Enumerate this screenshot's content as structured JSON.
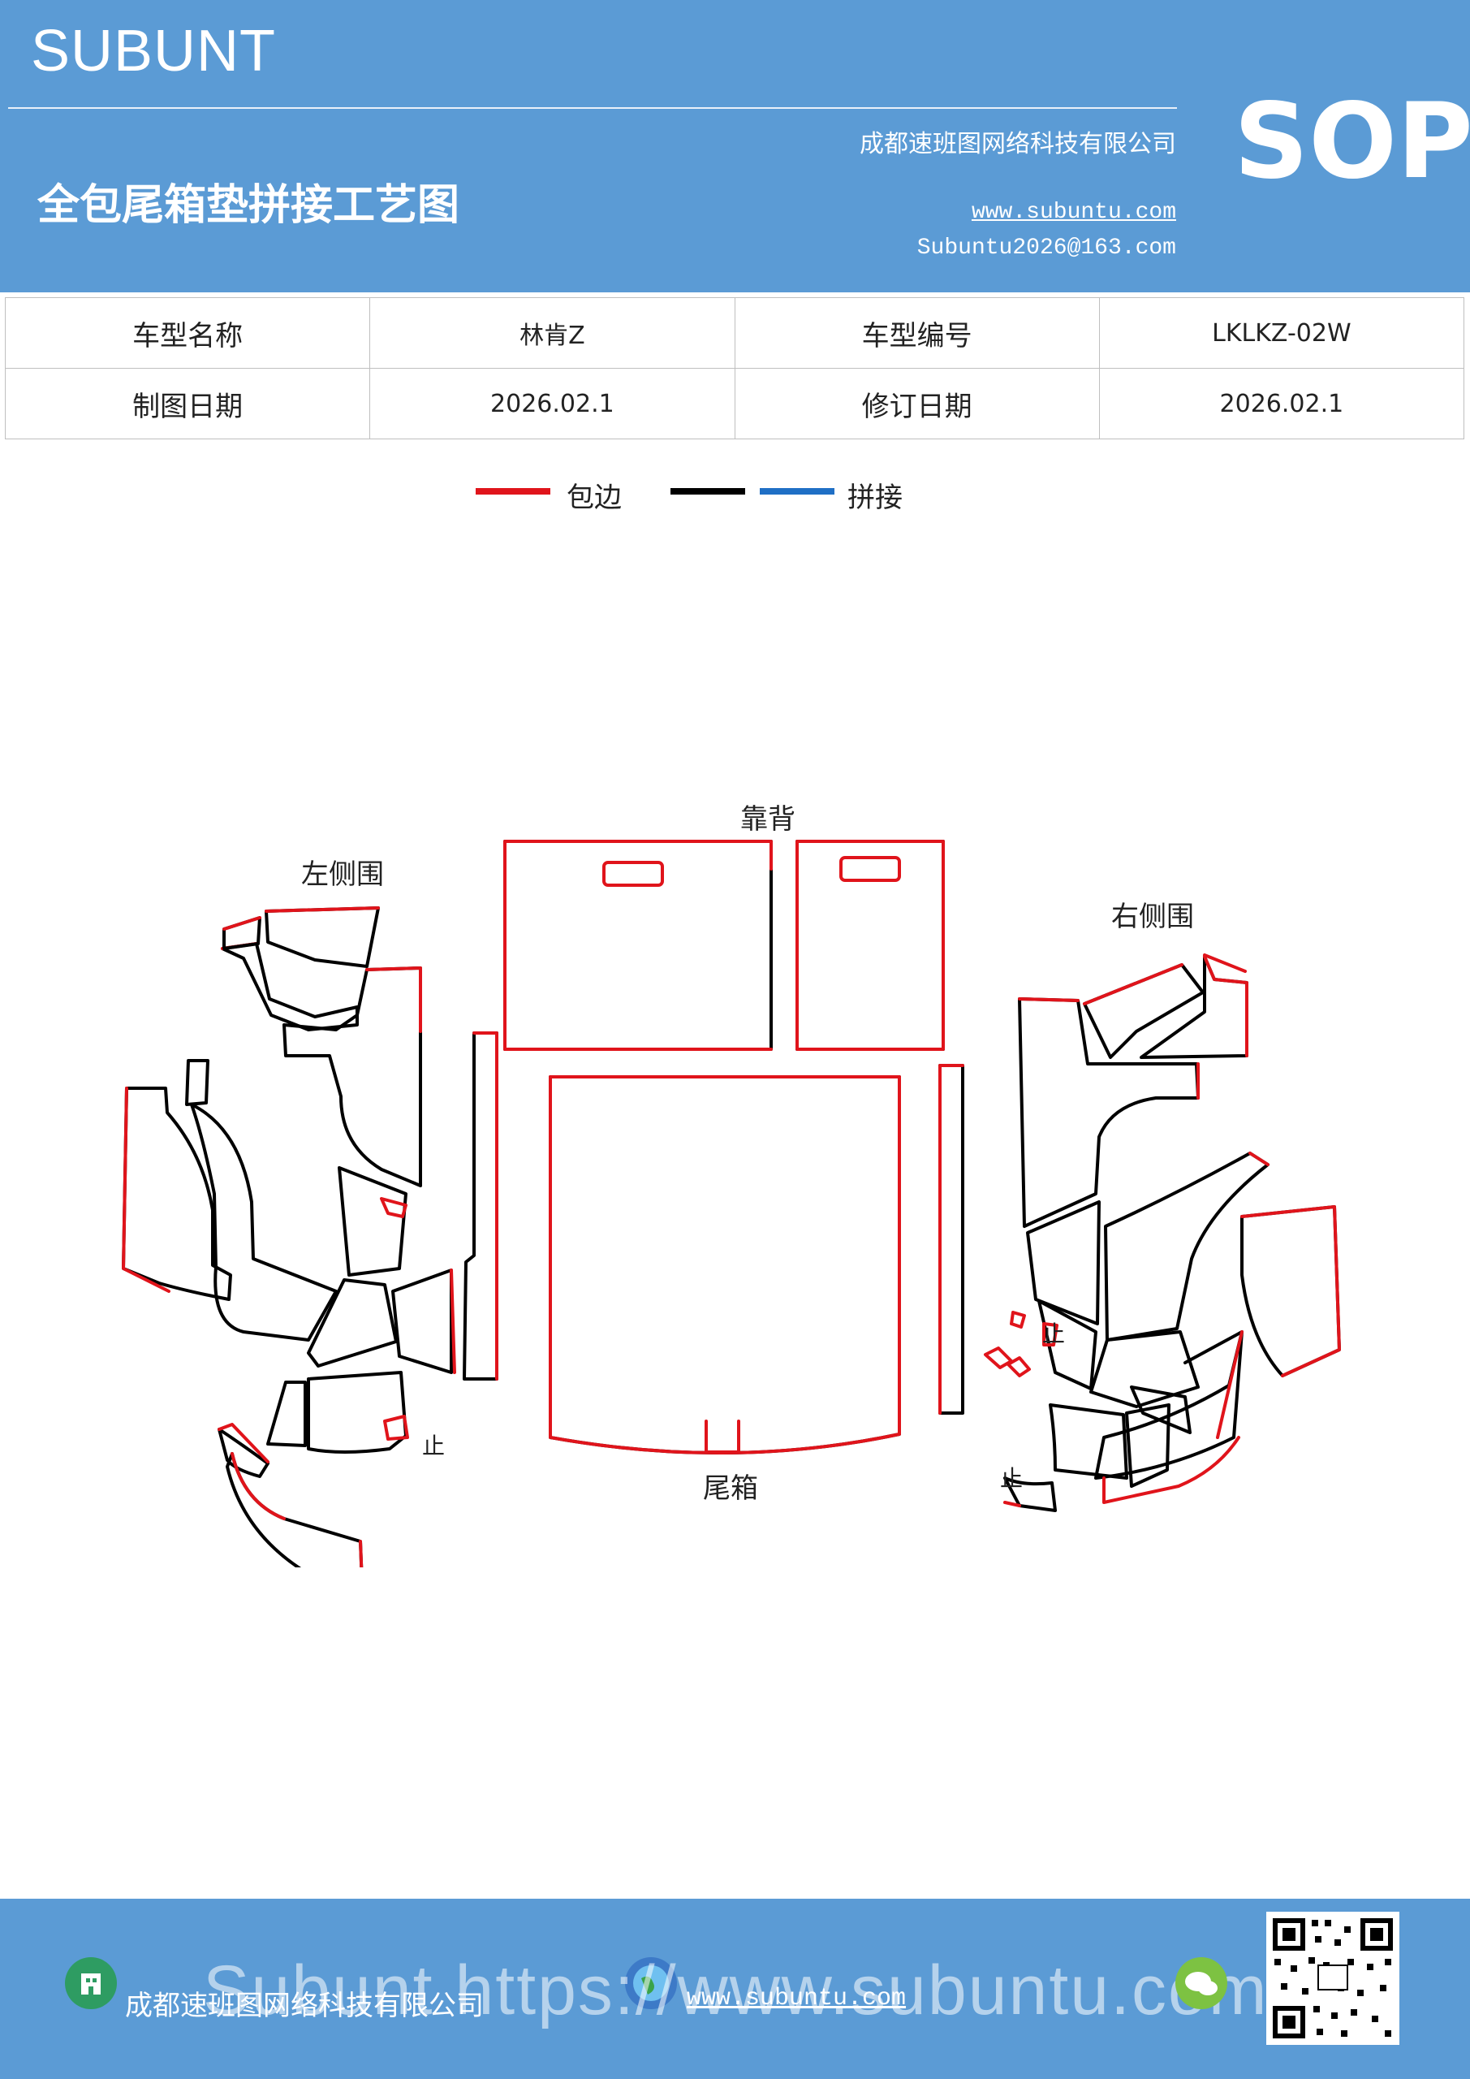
{
  "header": {
    "brand": "SUBUNT",
    "badge": "SOP",
    "title": "全包尾箱垫拼接工艺图",
    "company": "成都速班图网络科技有限公司",
    "website": "www.subuntu.com",
    "email": "Subuntu2026@163.com"
  },
  "info_table": {
    "model_name_label": "车型名称",
    "model_name": "林肯Z",
    "model_code_label": "车型编号",
    "model_code": "LKLKZ-02W",
    "draw_date_label": "制图日期",
    "draw_date": "2026.02.1",
    "revise_date_label": "修订日期",
    "revise_date": "2026.02.1"
  },
  "legend": {
    "edge_label": "包边",
    "splice_label": "拼接",
    "edge_color": "#e0141b",
    "black_color": "#000000",
    "blue_color": "#1f6fc5"
  },
  "diagram": {
    "left_side": "左侧围",
    "backrest": "靠背",
    "right_side": "右侧围",
    "trunk": "尾箱",
    "stop_mark": "止"
  },
  "footer": {
    "company": "成都速班图网络科技有限公司",
    "website": "www.subuntu.com",
    "watermark": "Subunt https://www.subuntu.com"
  }
}
